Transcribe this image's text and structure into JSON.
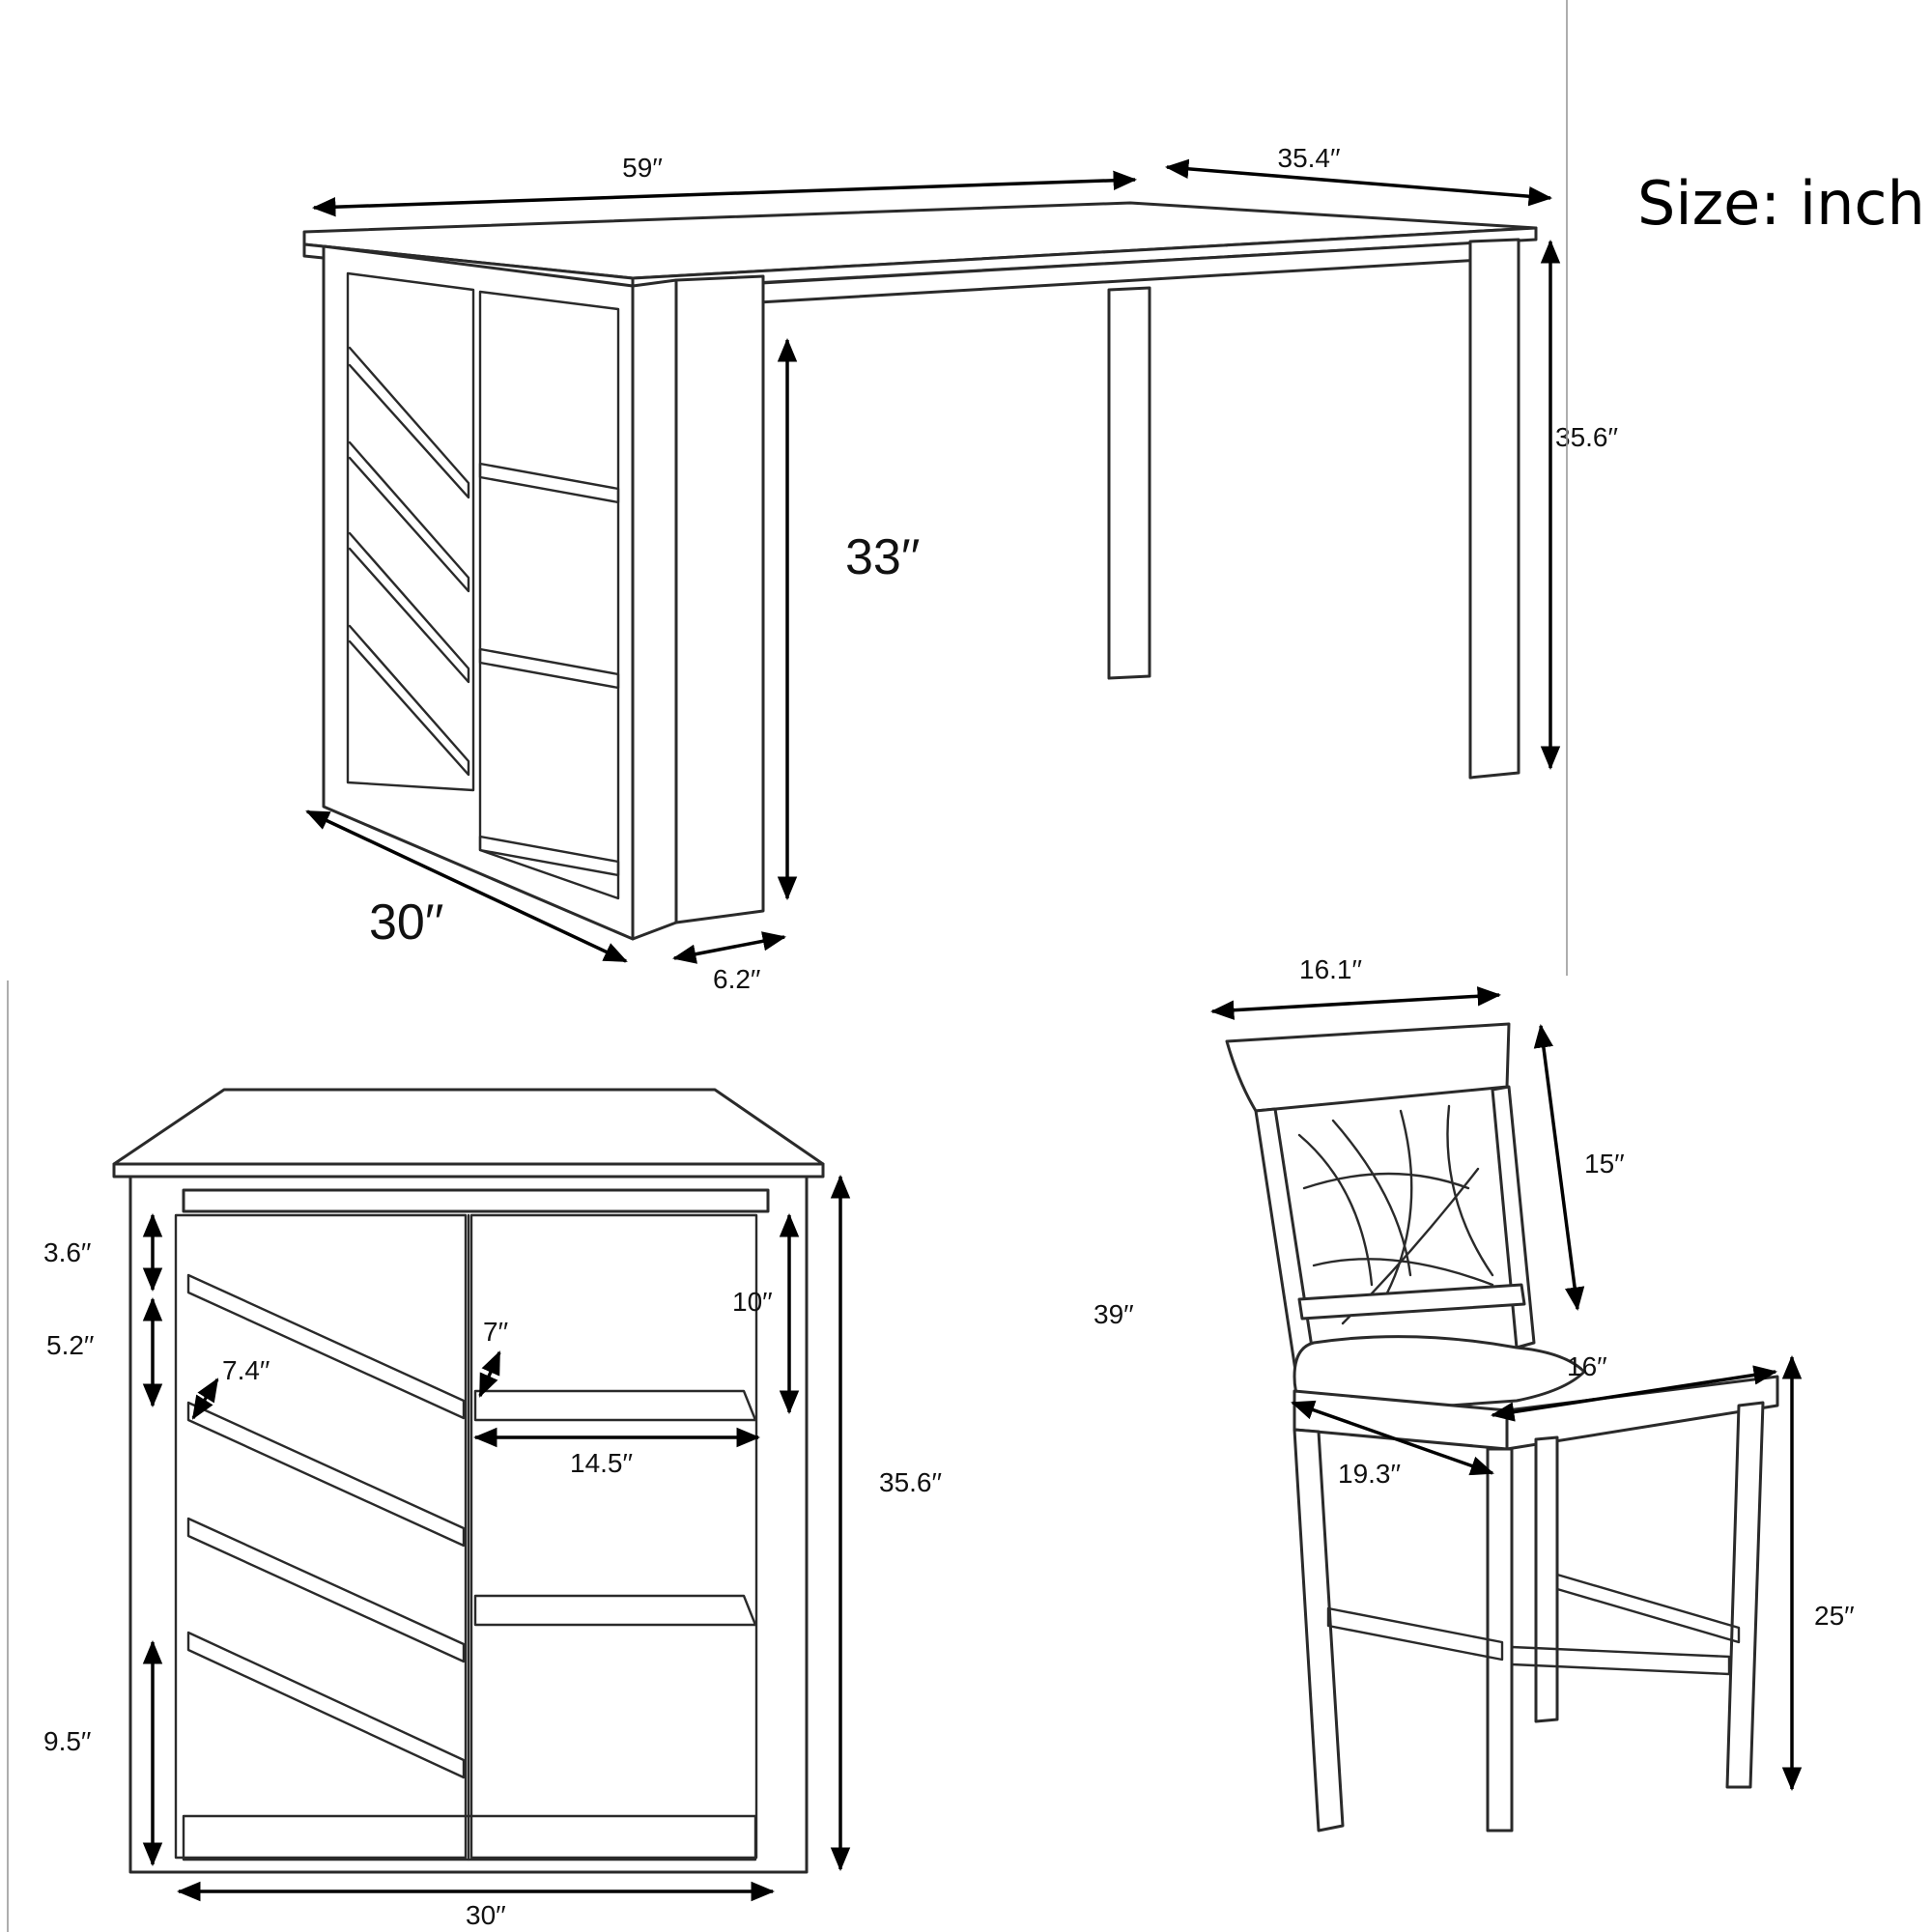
{
  "title": "Size: inch",
  "table": {
    "length": "59′′",
    "width": "35.4′′",
    "height": "35.6′′",
    "clearance": "33′′",
    "depth": "30′′",
    "overhang": "6.2′′"
  },
  "cabinet": {
    "top_gap": "3.6′′",
    "rack_gap": "5.2′′",
    "rack_slot": "7.4′′",
    "shelf_height": "7′′",
    "upper_shelf": "10′′",
    "shelf_width": "14.5′′",
    "total_height": "35.6′′",
    "bottom_gap": "9.5′′",
    "width": "30′′"
  },
  "chair": {
    "back_width": "16.1′′",
    "back_height": "15′′",
    "total_height": "39′′",
    "seat_width": "16′′",
    "seat_depth": "19.3′′",
    "seat_height": "25′′"
  }
}
